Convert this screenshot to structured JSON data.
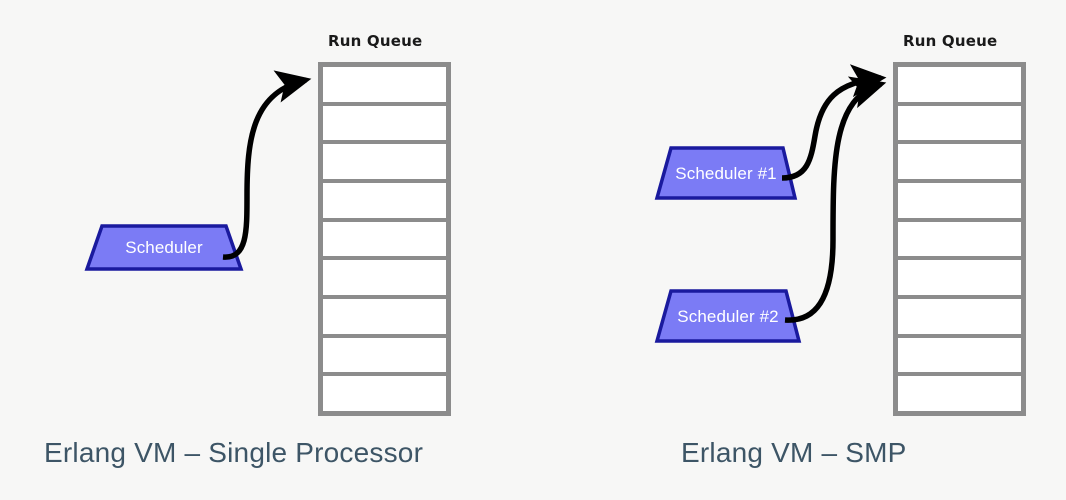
{
  "theme": {
    "background": "#f7f7f6",
    "queue_border": "#8c8c8c",
    "queue_cell_fill": "#ffffff",
    "scheduler_fill": "#7b7bf5",
    "scheduler_stroke": "#1a1a9e",
    "scheduler_text": "#ffffff",
    "arrow_color": "#000000",
    "title_color": "#1a1a1a",
    "caption_color": "#3d5566"
  },
  "diagrams": [
    {
      "id": "single-processor",
      "caption": "Erlang VM – Single Processor",
      "queue": {
        "title": "Run Queue",
        "cell_count": 9,
        "cells": [
          "",
          "",
          "",
          "",
          "",
          "",
          "",
          "",
          ""
        ]
      },
      "schedulers": [
        {
          "label": "Scheduler"
        }
      ],
      "arrows": [
        {
          "from": "Scheduler",
          "to": "Run Queue"
        }
      ]
    },
    {
      "id": "smp",
      "caption": "Erlang VM – SMP",
      "queue": {
        "title": "Run Queue",
        "cell_count": 9,
        "cells": [
          "",
          "",
          "",
          "",
          "",
          "",
          "",
          "",
          ""
        ]
      },
      "schedulers": [
        {
          "label": "Scheduler #1"
        },
        {
          "label": "Scheduler #2"
        }
      ],
      "arrows": [
        {
          "from": "Scheduler #1",
          "to": "Run Queue"
        },
        {
          "from": "Scheduler #2",
          "to": "Run Queue"
        }
      ]
    }
  ]
}
